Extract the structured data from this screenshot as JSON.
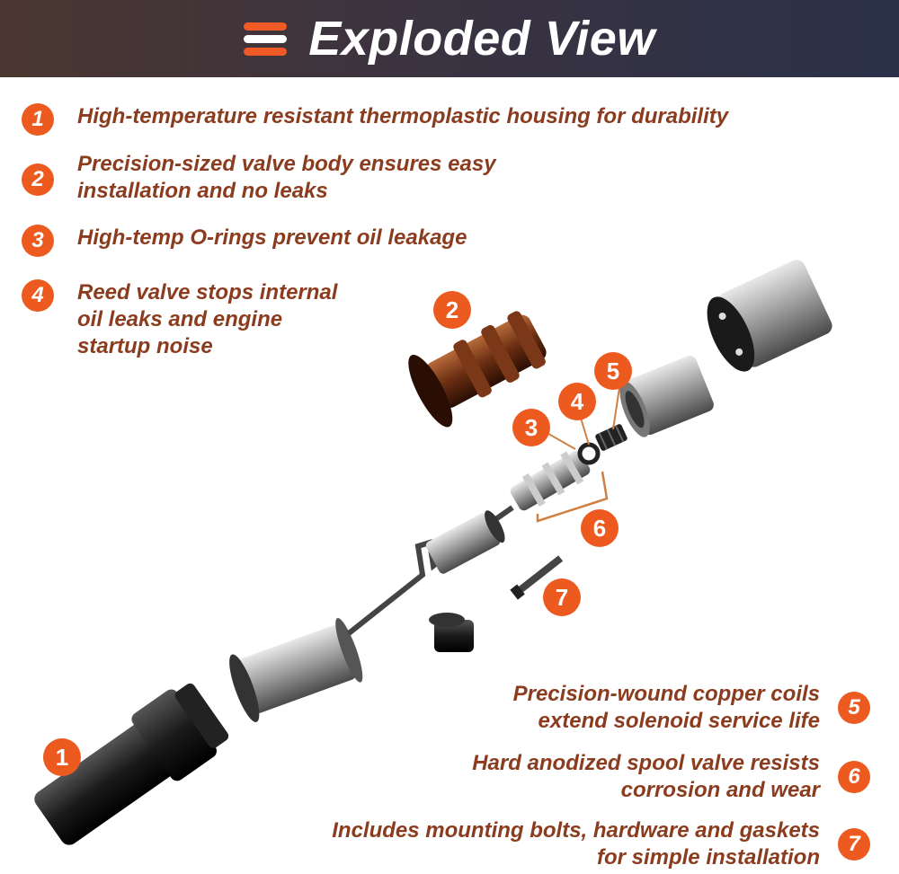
{
  "header": {
    "title": "Exploded View",
    "icon": "menu-bars-icon"
  },
  "features_left": [
    {
      "num": "1",
      "text": "High-temperature resistant thermoplastic housing for durability"
    },
    {
      "num": "2",
      "text": "Precision-sized valve body ensures easy\ninstallation and no leaks"
    },
    {
      "num": "3",
      "text": "High-temp O-rings prevent oil leakage"
    },
    {
      "num": "4",
      "text": "Reed valve stops internal\noil leaks and engine\nstartup noise"
    }
  ],
  "features_right": [
    {
      "num": "5",
      "text": "Precision-wound copper coils\nextend solenoid service life"
    },
    {
      "num": "6",
      "text": "Hard anodized spool valve resists\ncorrosion and wear"
    },
    {
      "num": "7",
      "text": "Includes mounting bolts, hardware and gaskets\nfor simple installation"
    }
  ],
  "callouts": [
    "1",
    "2",
    "3",
    "4",
    "5",
    "6",
    "7"
  ],
  "colors": {
    "accent": "#ec5a1f",
    "text": "#8b3c1e",
    "header": "#3b3340"
  }
}
